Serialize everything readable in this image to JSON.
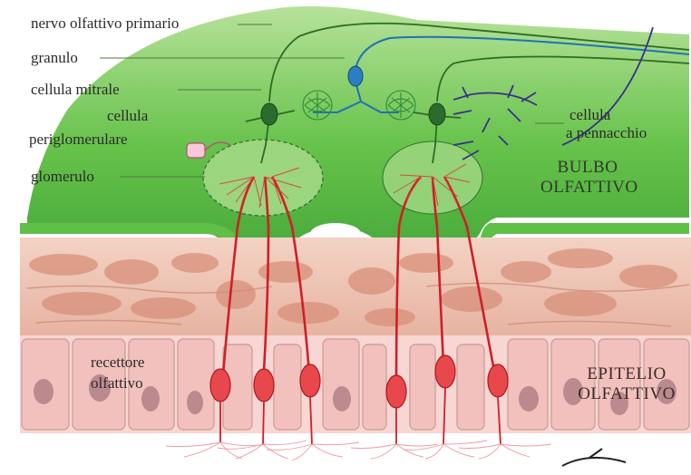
{
  "labels": {
    "nervo": "nervo olfattivo primario",
    "granulo": "granulo",
    "mitrale": "cellula mitrale",
    "periglom_1": "cellula",
    "periglom_2": "periglomerulare",
    "glomerulo": "glomerulo",
    "pennacchio_1": "cellula",
    "pennacchio_2": "a pennacchio",
    "recettore_1": "recettore",
    "recettore_2": "olfattivo"
  },
  "regions": {
    "bulbo_1": "BULBO",
    "bulbo_2": "OLFATTIVO",
    "epitelio_1": "EPITELIO",
    "epitelio_2": "OLFATTIVO"
  },
  "colors": {
    "bulb": "#5cbf45",
    "bulb_light": "#b8e39c",
    "tissue": "#e9b9a6",
    "cells": "#f4c7c4",
    "receptor": "#d9252a",
    "granule": "#1c73b5",
    "tufted": "#3a2f8c"
  }
}
